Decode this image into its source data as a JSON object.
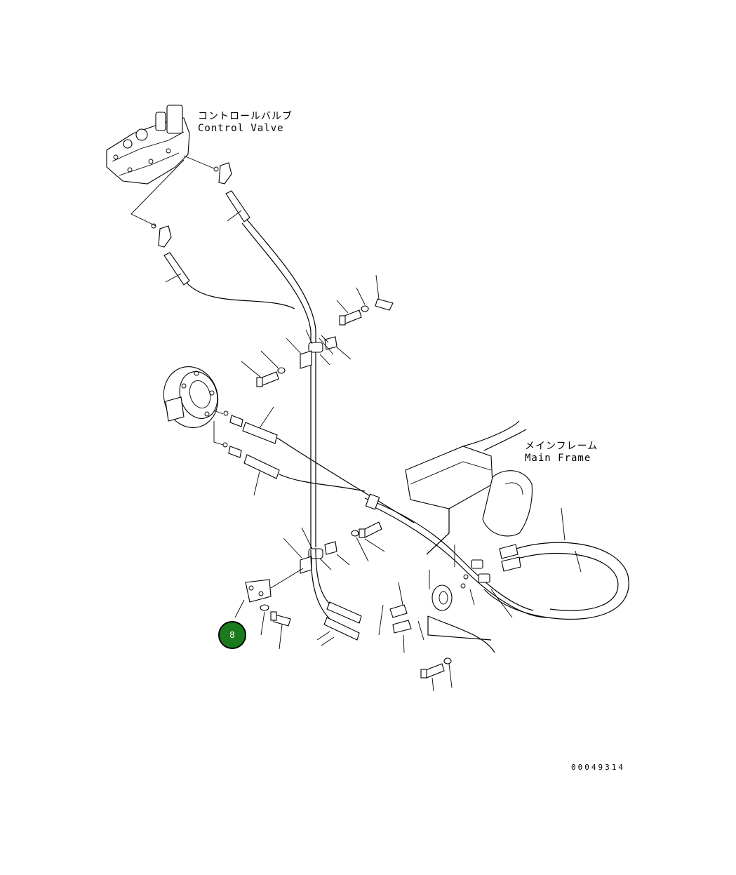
{
  "labels": {
    "control_valve_jp": "コントロールバルブ",
    "control_valve_en": "Control Valve",
    "main_frame_jp": "メインフレーム",
    "main_frame_en": "Main Frame"
  },
  "drawing_number": "00049314",
  "callout": {
    "number": "8",
    "color": "#1b7a1b"
  }
}
